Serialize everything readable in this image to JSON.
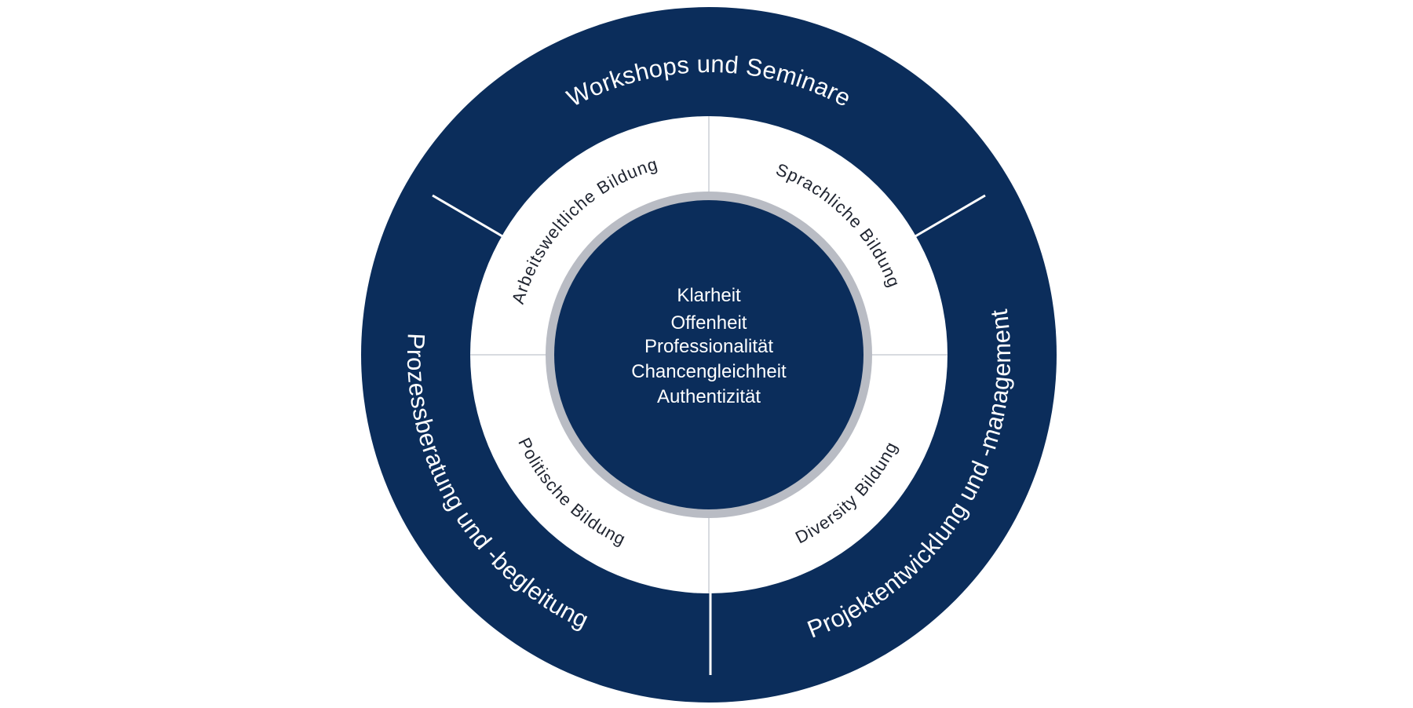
{
  "colors": {
    "navy": "#0b2d5b",
    "ring_gray": "#b9bcc4",
    "divider_light": "#d8dbe0",
    "white": "#ffffff",
    "inner_text": "#1f2430"
  },
  "outer_ring": {
    "top": "Workshops und Seminare",
    "left": "Prozessberatung und -begleitung",
    "right": "Projektentwicklung und -management"
  },
  "inner_ring": {
    "top_left": "Arbeitsweltliche Bildung",
    "top_right": "Sprachliche Bildung",
    "bottom_left": "Politische Bildung",
    "bottom_right": "Diversity Bildung"
  },
  "core": {
    "values": [
      "Klarheit",
      "Offenheit",
      "Professionalität",
      "Chancengleichheit",
      "Authentizität"
    ]
  }
}
